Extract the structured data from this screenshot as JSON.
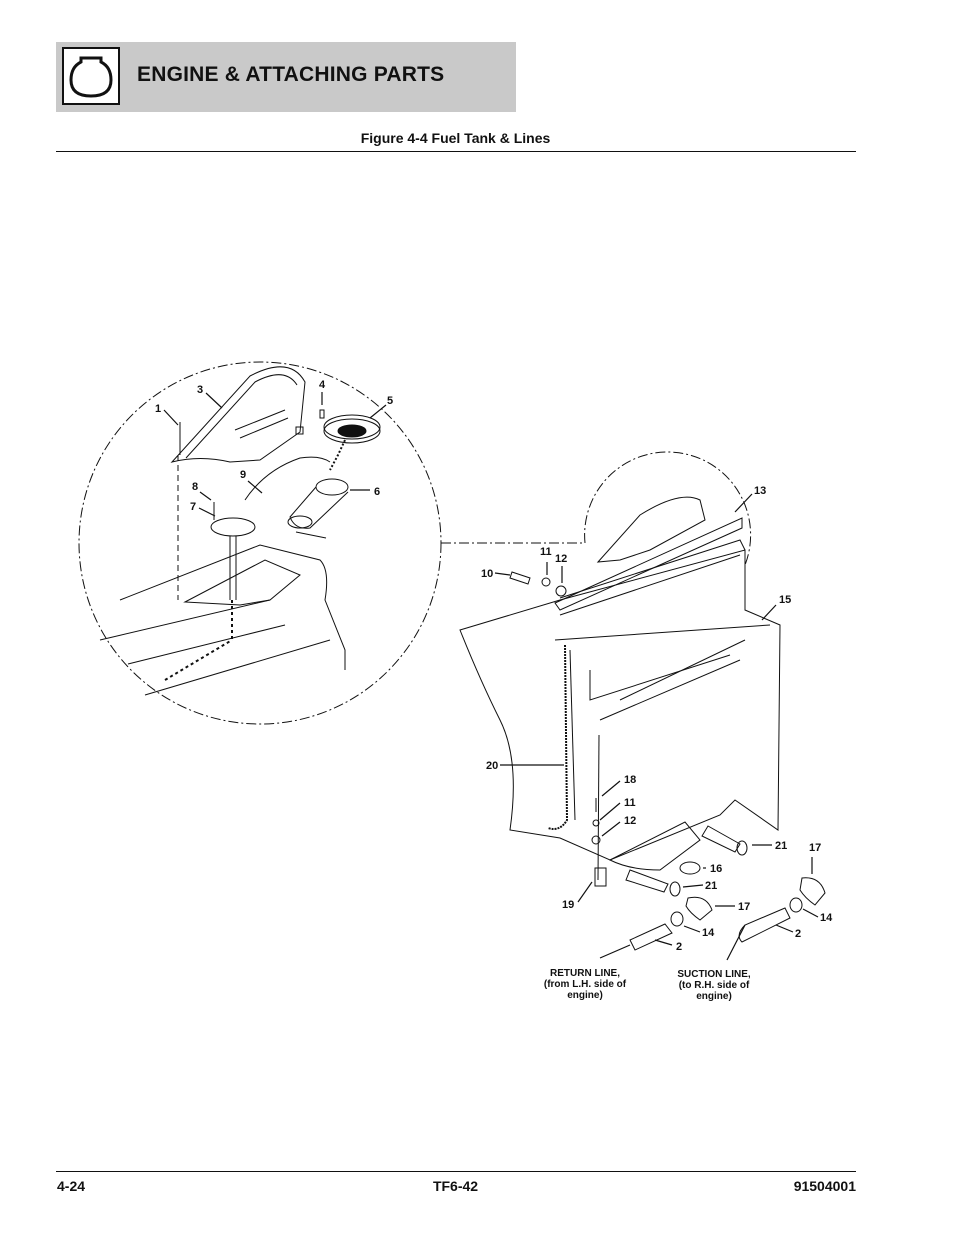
{
  "header": {
    "section_title": "ENGINE & ATTACHING PARTS",
    "icon": "engine-section-icon"
  },
  "figure": {
    "caption": "Figure 4-4 Fuel Tank & Lines",
    "callouts": [
      "1",
      "3",
      "4",
      "5",
      "6",
      "7",
      "8",
      "9",
      "13",
      "10",
      "11",
      "12",
      "15",
      "20",
      "18",
      "11",
      "12",
      "21",
      "17",
      "16",
      "21",
      "19",
      "17",
      "14",
      "2",
      "14",
      "2"
    ],
    "notes": {
      "return_line": [
        "RETURN LINE,",
        "(from L.H. side of",
        "engine)"
      ],
      "suction_line": [
        "SUCTION LINE,",
        "(to R.H. side of",
        "engine)"
      ]
    }
  },
  "footer": {
    "page_number": "4-24",
    "model": "TF6-42",
    "manual_number": "91504001"
  }
}
